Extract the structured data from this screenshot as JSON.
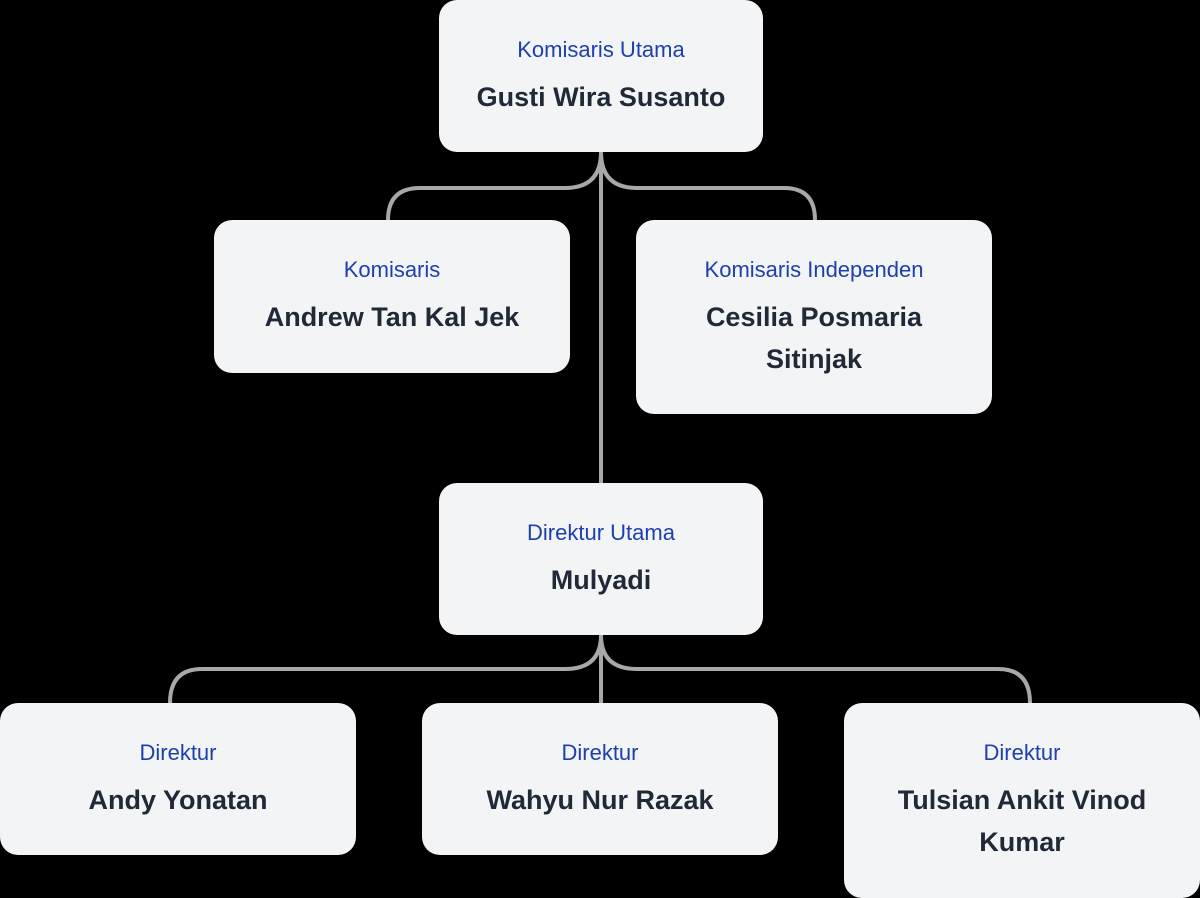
{
  "colors": {
    "background": "#000000",
    "node_bg": "#f3f4f6",
    "role_text": "#1e40af",
    "name_text": "#1f2937",
    "connector": "#a8a8a8"
  },
  "org_chart": {
    "commissioners": {
      "head": {
        "role": "Komisaris Utama",
        "name": "Gusti Wira Susanto"
      },
      "members": [
        {
          "role": "Komisaris",
          "name": "Andrew Tan Kal Jek"
        },
        {
          "role": "Komisaris Independen",
          "name": "Cesilia Posmaria Sitinjak"
        }
      ]
    },
    "directors": {
      "head": {
        "role": "Direktur Utama",
        "name": "Mulyadi"
      },
      "members": [
        {
          "role": "Direktur",
          "name": "Andy Yonatan"
        },
        {
          "role": "Direktur",
          "name": "Wahyu Nur Razak"
        },
        {
          "role": "Direktur",
          "name": "Tulsian Ankit Vinod Kumar"
        }
      ]
    }
  }
}
